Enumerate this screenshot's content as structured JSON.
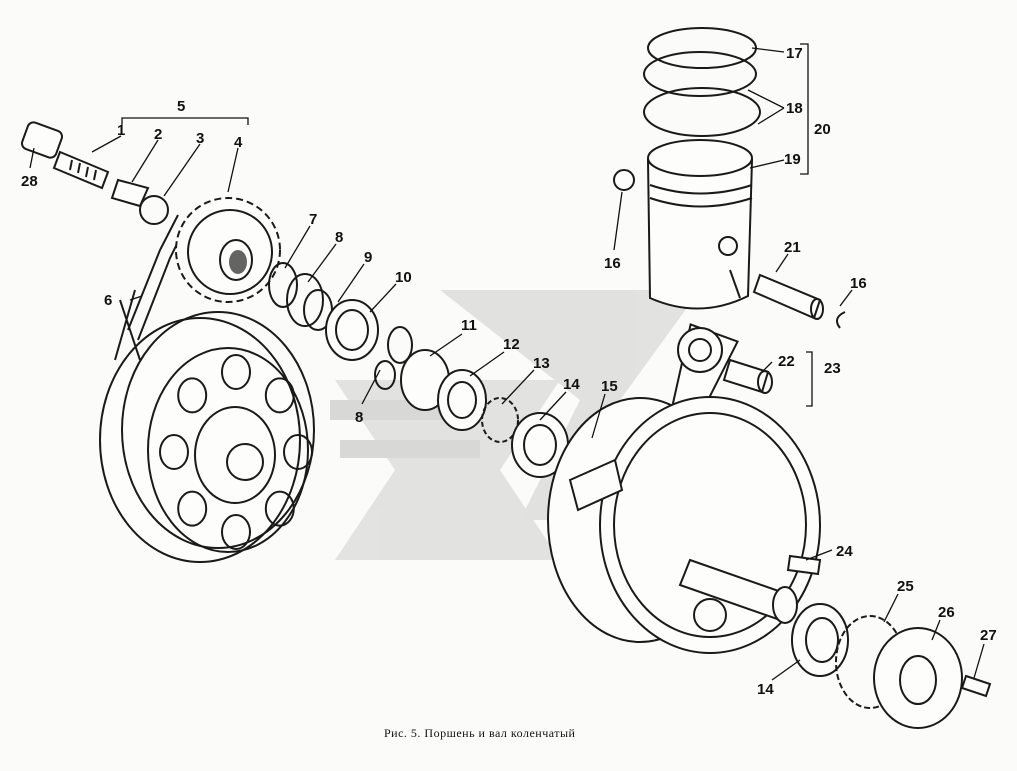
{
  "caption": "Рис. 5. Поршень и вал коленчатый",
  "callouts": [
    {
      "id": "c1",
      "text": "1"
    },
    {
      "id": "c2",
      "text": "2"
    },
    {
      "id": "c3",
      "text": "3"
    },
    {
      "id": "c4",
      "text": "4"
    },
    {
      "id": "c5",
      "text": "5"
    },
    {
      "id": "c6",
      "text": "6"
    },
    {
      "id": "c7",
      "text": "7"
    },
    {
      "id": "c8a",
      "text": "8"
    },
    {
      "id": "c8b",
      "text": "8"
    },
    {
      "id": "c9",
      "text": "9"
    },
    {
      "id": "c10",
      "text": "10"
    },
    {
      "id": "c11",
      "text": "11"
    },
    {
      "id": "c12",
      "text": "12"
    },
    {
      "id": "c13",
      "text": "13"
    },
    {
      "id": "c14a",
      "text": "14"
    },
    {
      "id": "c14b",
      "text": "14"
    },
    {
      "id": "c15",
      "text": "15"
    },
    {
      "id": "c16a",
      "text": "16"
    },
    {
      "id": "c16b",
      "text": "16"
    },
    {
      "id": "c17",
      "text": "17"
    },
    {
      "id": "c18",
      "text": "18"
    },
    {
      "id": "c19",
      "text": "19"
    },
    {
      "id": "c20",
      "text": "20"
    },
    {
      "id": "c21",
      "text": "21"
    },
    {
      "id": "c22",
      "text": "22"
    },
    {
      "id": "c23",
      "text": "23"
    },
    {
      "id": "c24",
      "text": "24"
    },
    {
      "id": "c25",
      "text": "25"
    },
    {
      "id": "c26",
      "text": "26"
    },
    {
      "id": "c27",
      "text": "27"
    },
    {
      "id": "c28",
      "text": "28"
    }
  ],
  "watermark_color": "#c9c9c9"
}
